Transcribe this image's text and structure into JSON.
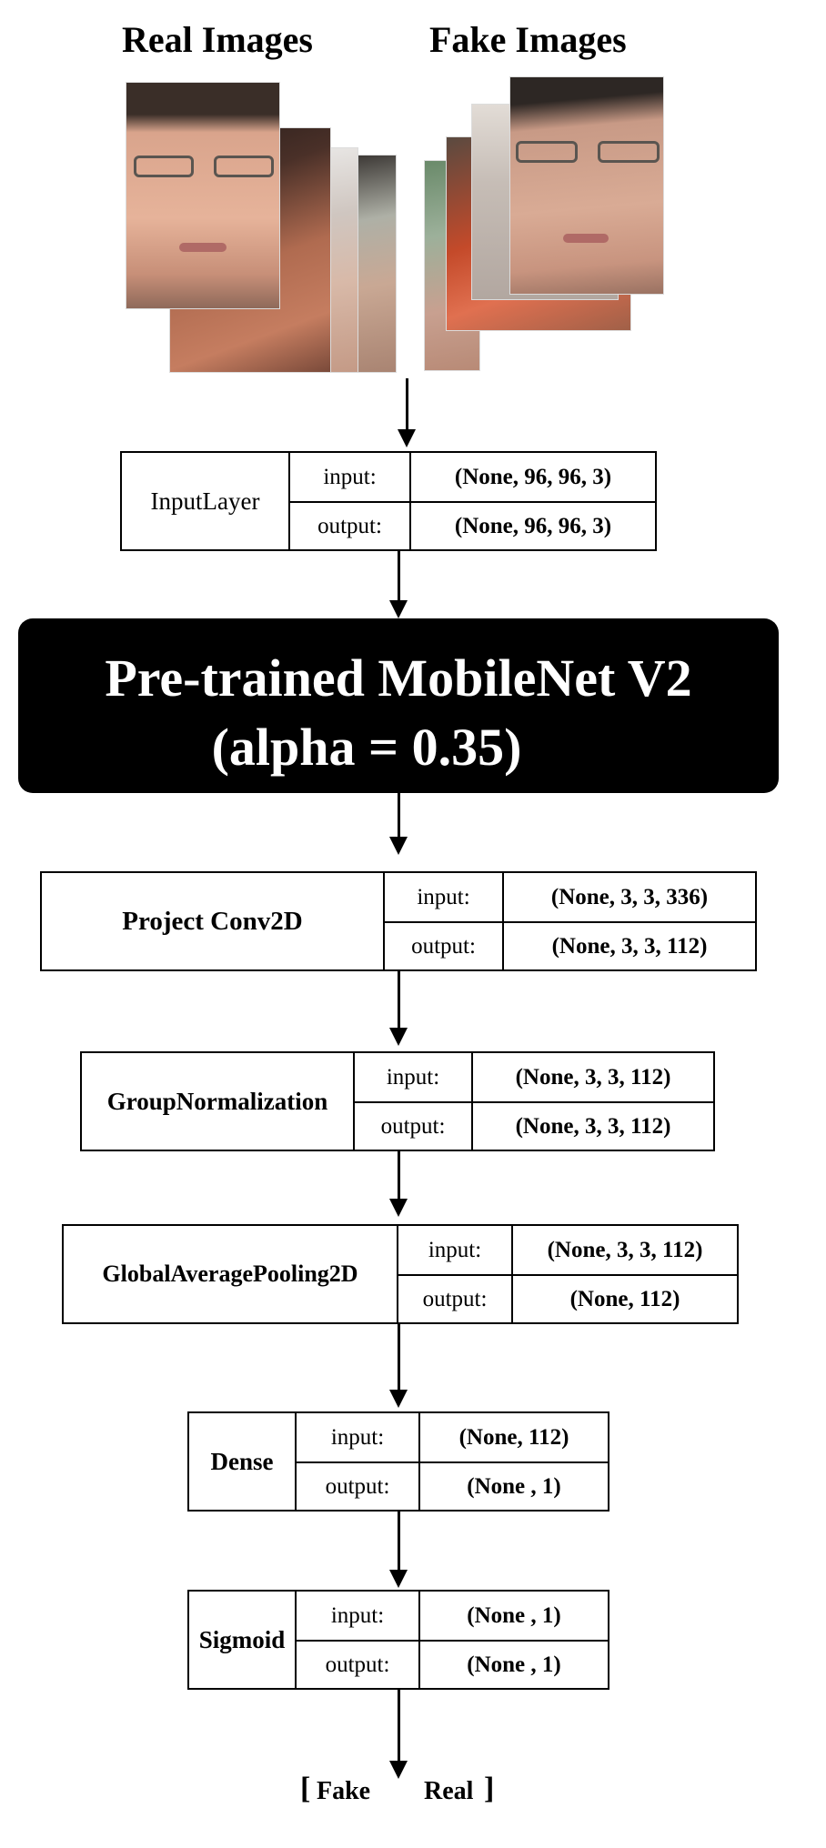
{
  "inputs": {
    "real_title": "Real Images",
    "fake_title": "Fake Images"
  },
  "layers": [
    {
      "name": "InputLayer",
      "input_label": "input:",
      "input_value": "(None, 96, 96, 3)",
      "output_label": "output:",
      "output_value": "(None, 96, 96, 3)"
    },
    {
      "name": "Project Conv2D",
      "input_label": "input:",
      "input_value": "(None, 3, 3, 336)",
      "output_label": "output:",
      "output_value": "(None, 3, 3, 112)"
    },
    {
      "name": "GroupNormalization",
      "input_label": "input:",
      "input_value": "(None, 3, 3, 112)",
      "output_label": "output:",
      "output_value": "(None, 3, 3, 112)"
    },
    {
      "name": "GlobalAveragePooling2D",
      "input_label": "input:",
      "input_value": "(None, 3, 3, 112)",
      "output_label": "output:",
      "output_value": "(None,  112)"
    },
    {
      "name": "Dense",
      "input_label": "input:",
      "input_value": "(None,  112)",
      "output_label": "output:",
      "output_value": "(None , 1)"
    },
    {
      "name": "Sigmoid",
      "input_label": "input:",
      "input_value": "(None , 1)",
      "output_label": "output:",
      "output_value": "(None , 1)"
    }
  ],
  "backbone": {
    "line1": "Pre-trained MobileNet V2",
    "line2": "(alpha = 0.35)"
  },
  "output": {
    "bracket_open": "[",
    "fake": "Fake",
    "real": "Real",
    "bracket_close": "]"
  }
}
